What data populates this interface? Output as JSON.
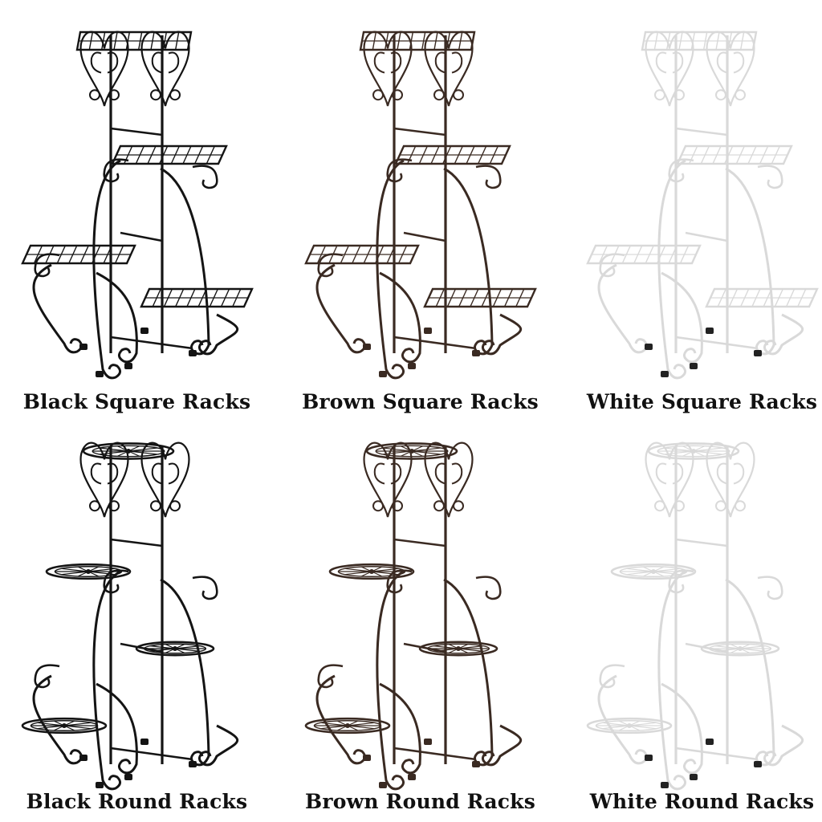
{
  "products": [
    {
      "id": "black-square",
      "label": "Black Square Racks",
      "color": "#141414",
      "shelf": "square"
    },
    {
      "id": "brown-square",
      "label": "Brown Square Racks",
      "color": "#3a2a22",
      "shelf": "square"
    },
    {
      "id": "white-square",
      "label": "White Square Racks",
      "color": "#d9d9d9",
      "shelf": "square"
    },
    {
      "id": "black-round",
      "label": "Black Round Racks",
      "color": "#141414",
      "shelf": "round"
    },
    {
      "id": "brown-round",
      "label": "Brown Round Racks",
      "color": "#3a2a22",
      "shelf": "round"
    },
    {
      "id": "white-round",
      "label": "White Round Racks",
      "color": "#d9d9d9",
      "shelf": "round"
    }
  ]
}
